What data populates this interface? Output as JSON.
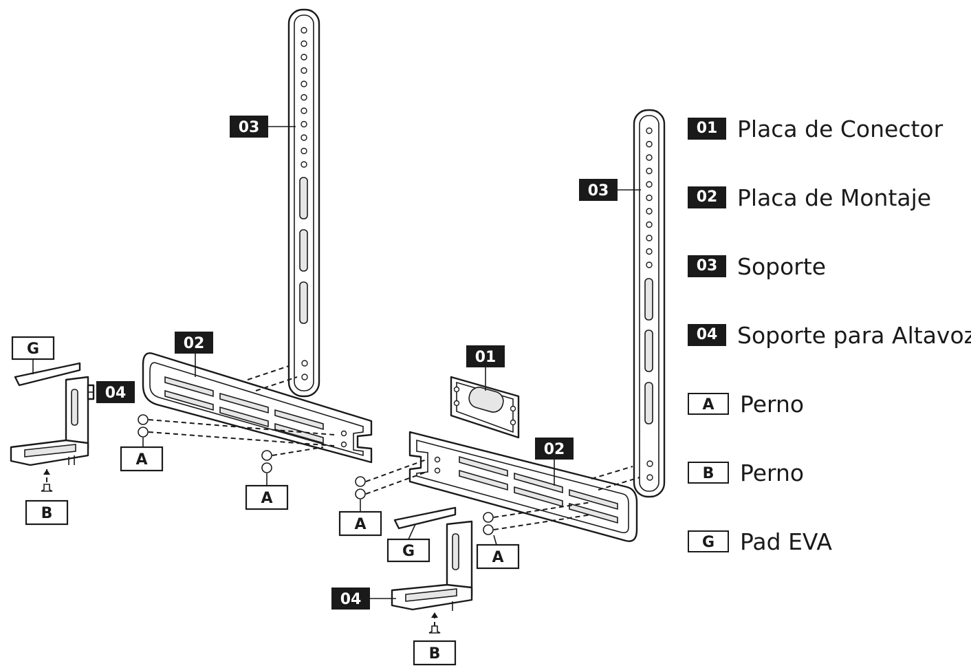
{
  "labels": {
    "p01": "01",
    "p02": "02",
    "p03": "03",
    "p04": "04",
    "pA": "A",
    "pB": "B",
    "pG": "G"
  },
  "legend": [
    {
      "code": "01",
      "style": "dark",
      "label": "Placa de Conector"
    },
    {
      "code": "02",
      "style": "dark",
      "label": "Placa de Montaje"
    },
    {
      "code": "03",
      "style": "dark",
      "label": "Soporte"
    },
    {
      "code": "04",
      "style": "dark",
      "label": "Soporte para Altavoz"
    },
    {
      "code": "A",
      "style": "light",
      "label": "Perno"
    },
    {
      "code": "B",
      "style": "light",
      "label": "Perno"
    },
    {
      "code": "G",
      "style": "light",
      "label": "Pad EVA"
    }
  ]
}
